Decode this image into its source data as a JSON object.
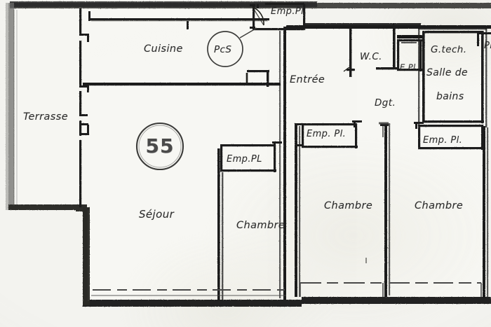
{
  "document": {
    "type": "architectural-floor-plan",
    "scan_style": "photocopied hand-drafted plan",
    "paper_color": "#f3f3ef",
    "ink_color": "#1d1d1d"
  },
  "unit": {
    "number": "55"
  },
  "rooms": [
    {
      "id": "terrasse",
      "label": "Terrasse"
    },
    {
      "id": "cuisine",
      "label": "Cuisine"
    },
    {
      "id": "pcs",
      "label": "PcS"
    },
    {
      "id": "entree",
      "label": "Entrée"
    },
    {
      "id": "wc",
      "label": "W.C."
    },
    {
      "id": "epl",
      "label": "E.Pl"
    },
    {
      "id": "gtech",
      "label": "G.tech."
    },
    {
      "id": "salle-de-bains-line1",
      "label": "Salle de"
    },
    {
      "id": "salle-de-bains-line2",
      "label": "bains"
    },
    {
      "id": "dgt",
      "label": "Dgt."
    },
    {
      "id": "sejour",
      "label": "Séjour"
    },
    {
      "id": "chambre-1",
      "label": "Chambre"
    },
    {
      "id": "chambre-2",
      "label": "Chambre"
    },
    {
      "id": "chambre-3",
      "label": "Chambre"
    }
  ],
  "closets": [
    {
      "id": "emp-pl-entry",
      "label": "Emp.Pl."
    },
    {
      "id": "emp-pl-sejour",
      "label": "Emp.PL"
    },
    {
      "id": "emp-pl-mid",
      "label": "Emp. Pl."
    },
    {
      "id": "emp-pl-right",
      "label": "Emp. Pl."
    },
    {
      "id": "pl-edge",
      "label": "Pl"
    }
  ]
}
